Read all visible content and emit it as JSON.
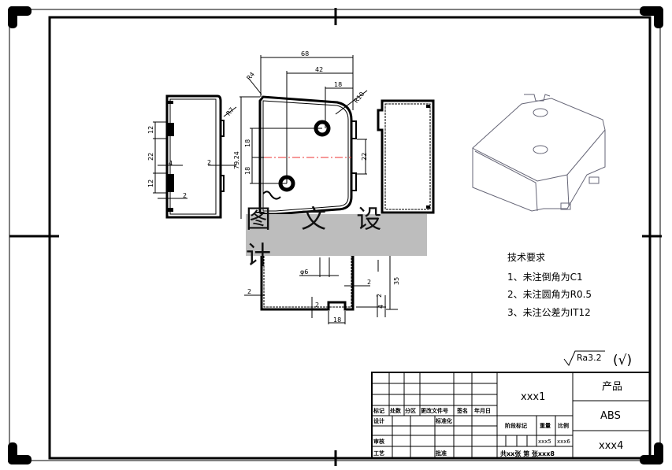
{
  "watermark": "图 文 设 计",
  "dimensions": [
    "68",
    "42",
    "18",
    "R4",
    "R10",
    "R7",
    "79.24",
    "18",
    "18",
    "22",
    "12",
    "22",
    "12",
    "4",
    "2",
    "2",
    "2",
    "φ6",
    "2",
    "2",
    "4",
    "35",
    "18",
    "2"
  ],
  "surface_finish": {
    "symbol": "Ra3.2",
    "note": "(√)"
  },
  "technical_requirements": {
    "title": "技术要求",
    "items": [
      "1、未注倒角为C1",
      "2、未注圆角为R0.5",
      "3、未注公差为IT12"
    ]
  },
  "title_block": {
    "drawing_name": "xxx1",
    "product_label": "产品",
    "material": "ABS",
    "drawing_number": "xxx4",
    "weight_value": "xxx5",
    "scale_value": "xxx6",
    "sheets": "共xx张 第  张xxx8",
    "headers": [
      "标记",
      "处数",
      "分区",
      "更改文件号",
      "签名",
      "年月日"
    ],
    "design": "设计",
    "standardization": "标准化",
    "review": "审核",
    "process": "工艺",
    "approve": "批准",
    "stage_mark": "阶段标记",
    "weight": "重量",
    "scale": "比例"
  }
}
